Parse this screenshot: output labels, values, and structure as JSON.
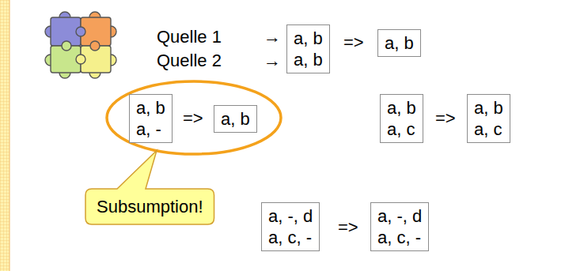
{
  "diagram": {
    "nodes": [
      {
        "text": [
          "a, b",
          "a, b"
        ]
      },
      {
        "text": [
          "a, b"
        ]
      },
      {
        "text": [
          "a, b",
          "a, -"
        ]
      },
      {
        "text": [
          "a, b"
        ]
      },
      {
        "text": [
          "a, b",
          "a, c"
        ]
      },
      {
        "text": [
          "a, b",
          "a, c"
        ]
      },
      {
        "text": [
          "Subsumption!"
        ]
      },
      {
        "text": [
          "a, -, d",
          "a, c, -"
        ]
      },
      {
        "text": [
          "a, -, d",
          "a, c, -"
        ]
      }
    ],
    "labels": [
      "Quelle 1",
      "→",
      "Quelle 2",
      "→",
      "=>",
      "=>",
      "=>",
      "=>"
    ]
  }
}
